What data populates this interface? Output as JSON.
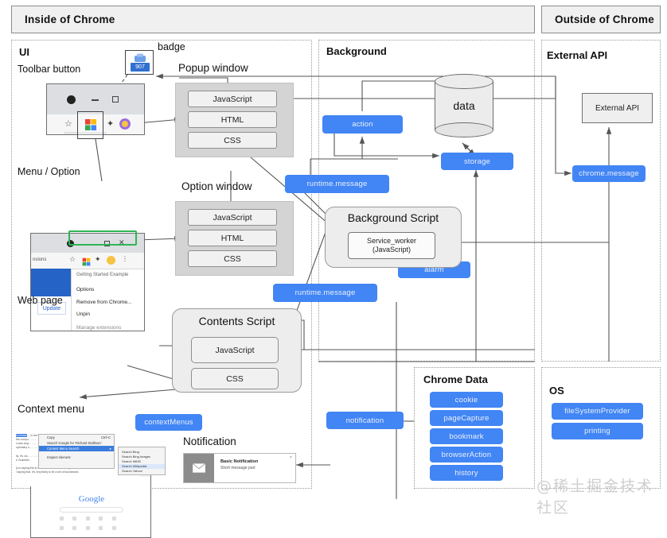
{
  "headers": {
    "inside": "Inside of Chrome",
    "outside": "Outside of Chrome"
  },
  "regions": {
    "ui": "UI",
    "background": "Background",
    "external_api": "External API",
    "chrome_data": "Chrome Data",
    "os": "OS"
  },
  "ui": {
    "toolbar_button_label": "Toolbar button",
    "badge_label": "badge",
    "badge_value": "907",
    "menu_option_label": "Menu / Option",
    "web_page_label": "Web page",
    "context_menu_label": "Context menu",
    "notification_label": "Notification",
    "popup_window_label": "Popup window",
    "option_window_label": "Option window",
    "contents_script_label": "Contents Script"
  },
  "popup_window": {
    "slots": [
      "JavaScript",
      "HTML",
      "CSS"
    ]
  },
  "option_window": {
    "slots": [
      "JavaScript",
      "HTML",
      "CSS"
    ]
  },
  "contents_script": {
    "slots": [
      "JavaScript",
      "CSS"
    ]
  },
  "background": {
    "script_title": "Background Script",
    "service_worker_line1": "Service_worker",
    "service_worker_line2": "(JavaScript)",
    "data_cylinder_label": "data",
    "pills": {
      "action": "action",
      "storage": "storage",
      "alarm": "alarm",
      "runtime_message_top": "runtime.message",
      "runtime_message_bottom": "runtime.message",
      "notification": "notification"
    }
  },
  "external_api": {
    "box_label": "External API",
    "pill_label": "chrome.message"
  },
  "chrome_data": {
    "items": [
      "cookie",
      "pageCapture",
      "bookmark",
      "browserAction",
      "history"
    ]
  },
  "os": {
    "items": [
      "fileSystemProvider",
      "printing"
    ]
  },
  "extension_menu": {
    "items": [
      "Getting Started Example",
      "Options",
      "Remove from Chrome...",
      "Unpin",
      "Manage extensions"
    ],
    "update_button": "Update"
  },
  "context_menu": {
    "items": [
      {
        "label": "Copy",
        "shortcut": "Ctrl+C"
      },
      {
        "label": "Search Google for 'Richard Stallman'",
        "shortcut": ""
      },
      {
        "label": "Context Menu Search",
        "shortcut": "▸"
      },
      {
        "label": "Inspect element",
        "shortcut": ""
      }
    ],
    "submenu": [
      "Search Bing",
      "Search Bing Images",
      "Search IMDB",
      "Search Wikipedia",
      "Search Yahoo!"
    ]
  },
  "notification": {
    "title": "Basic Notification",
    "subtitle": "Short message part",
    "close": "×"
  },
  "web_page": {
    "brand": "Google"
  },
  "context_menus_pill": "contextMenus",
  "watermark": "@稀土掘金技术社区",
  "colors": {
    "pill_blue": "#4285f4",
    "header_grey": "#f0f0f0",
    "group_grey": "#d4d4d4",
    "accent_green": "#2eb553"
  }
}
